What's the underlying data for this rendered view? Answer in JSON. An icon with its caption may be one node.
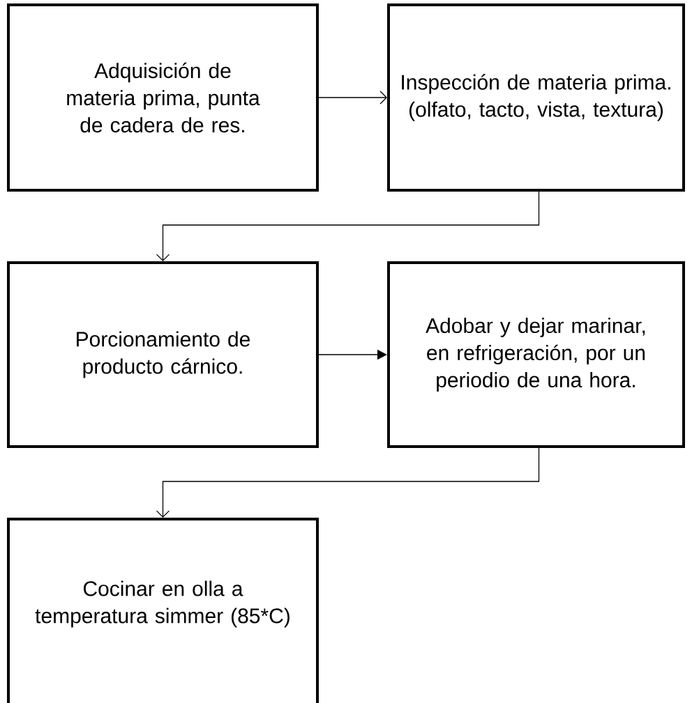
{
  "diagram": {
    "nodes": [
      {
        "text": [
          "Adquisición de materia prima, punta de cadera de res."
        ]
      },
      {
        "text": [
          "Inspección de materia prima. (olfato, tacto, vista, textura)"
        ]
      },
      {
        "text": [
          "Porcionamiento de producto cárnico."
        ]
      },
      {
        "text": [
          "Adobar y dejar marinar, en refrigeración, por un periodio de una hora."
        ]
      },
      {
        "text": [
          "Cocinar en olla a temperatura simmer (85*C)"
        ]
      }
    ],
    "edges": [
      {
        "from": 0,
        "to": 1,
        "arrow": "to"
      },
      {
        "from": 1,
        "to": 2,
        "arrow": "to"
      },
      {
        "from": 2,
        "to": 3,
        "arrow": "to"
      },
      {
        "from": 3,
        "to": 4,
        "arrow": "to"
      }
    ]
  }
}
